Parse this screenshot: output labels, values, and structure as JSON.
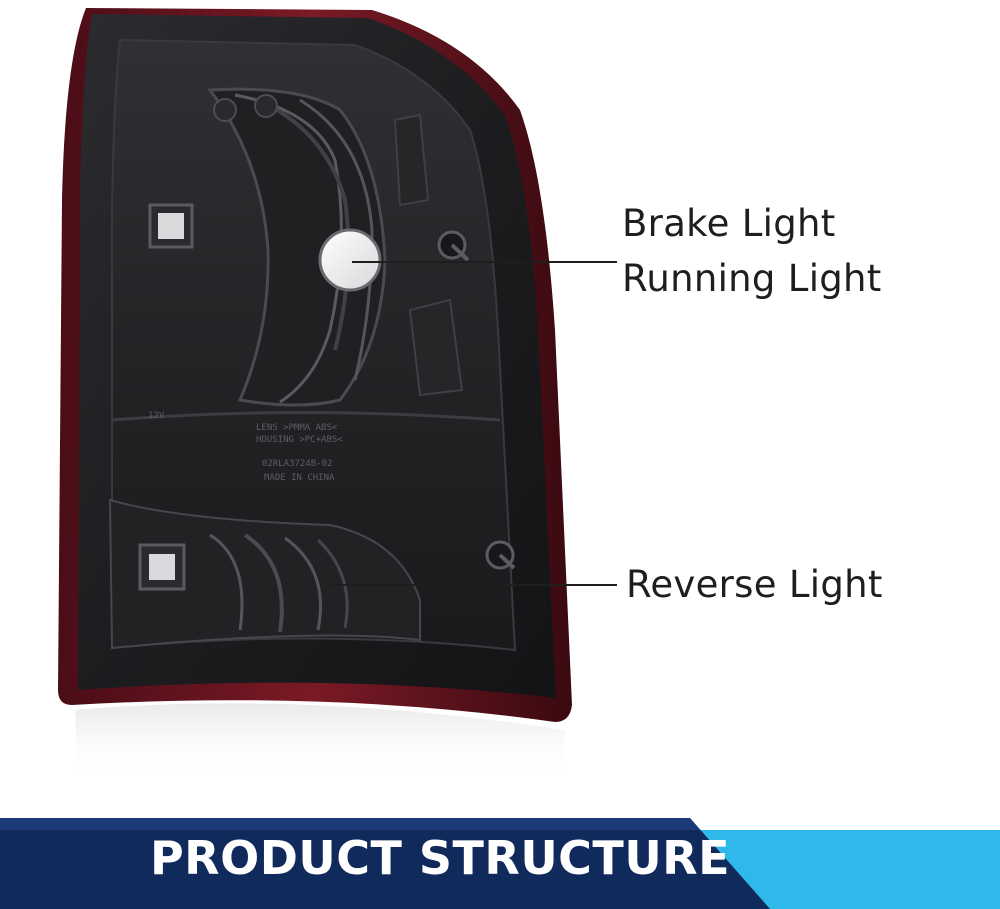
{
  "callouts": {
    "brake_light": "Brake Light",
    "running_light": "Running Light",
    "reverse_light": "Reverse Light"
  },
  "lamp_markings": {
    "voltage": "12V",
    "material_lens": "LENS >PMMA ABS<",
    "material_housing": "HOUSING >PC+ABS<",
    "part_number": "02RLA3724B-02",
    "origin": "MADE IN CHINA"
  },
  "banner": {
    "title": "PRODUCT STRUCTURE"
  },
  "colors": {
    "housing_dark": "#1f1f21",
    "housing_edge_red": "#6a1420",
    "banner_navy": "#102a5c",
    "banner_accent_cyan": "#2fb8ea",
    "label_text": "#1e1e1e"
  }
}
